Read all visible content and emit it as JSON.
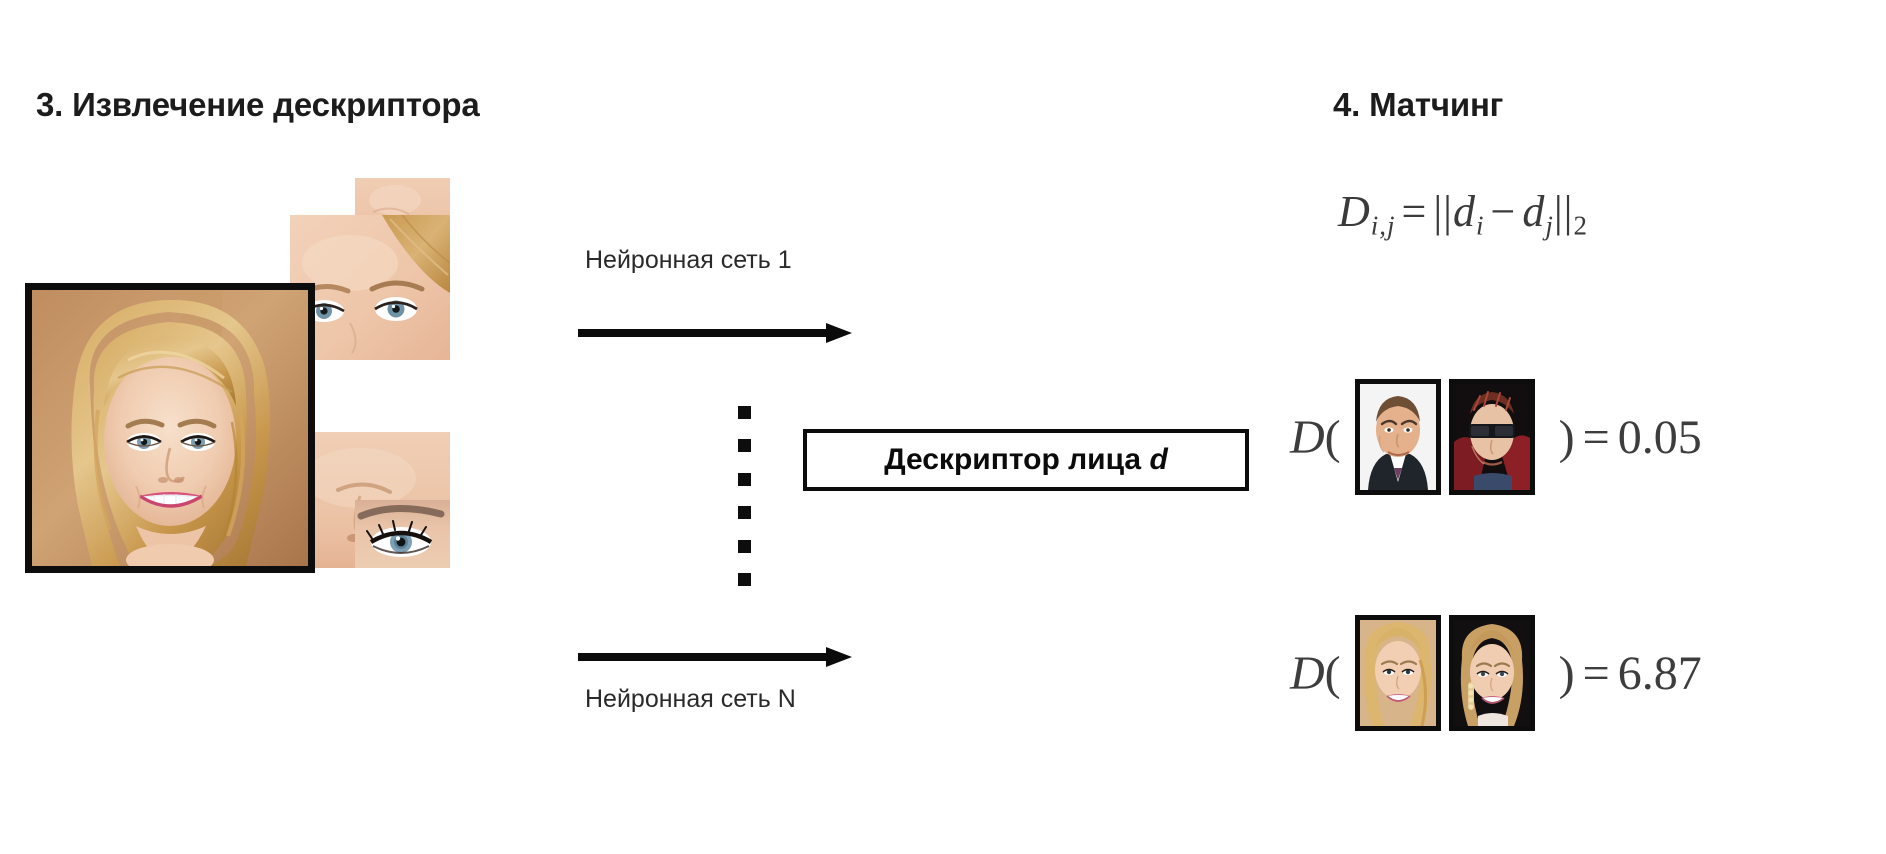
{
  "sections": {
    "extract": {
      "heading": "3. Извлечение дескриптора",
      "network_first_label": "Нейронная сеть 1",
      "network_last_label": "Нейронная сеть N",
      "descriptor_box": {
        "text": "Дескриптор лица ",
        "symbol": "d"
      },
      "ellipsis_dot_count": 6,
      "source_image_name": "face-photo-blake",
      "patches": [
        {
          "name": "patch-mouth",
          "description": "mouth-crop"
        },
        {
          "name": "patch-eyes",
          "description": "eyes-crop"
        },
        {
          "name": "patch-nose",
          "description": "nose-crop"
        },
        {
          "name": "patch-eye",
          "description": "single-eye-crop"
        }
      ]
    },
    "matching": {
      "heading": "4. Матчинг",
      "formula": {
        "lhs_symbol": "D",
        "lhs_subscript": "i,j",
        "equals": "=",
        "norm_open": "||",
        "term_1_symbol": "d",
        "term_1_subscript": "i",
        "minus": "−",
        "term_2_symbol": "d",
        "term_2_subscript": "j",
        "norm_close": "||",
        "norm_order": "2"
      },
      "rows": [
        {
          "prefix_symbol": "D",
          "prefix_paren": "(",
          "left_thumb_name": "thumb-arnold-portrait",
          "right_thumb_name": "thumb-terminator",
          "close_paren": ")",
          "equals": "=",
          "distance": "0.05"
        },
        {
          "prefix_symbol": "D",
          "prefix_paren": "(",
          "left_thumb_name": "thumb-blake-lively",
          "right_thumb_name": "thumb-scarlett-johansson",
          "close_paren": ")",
          "equals": "=",
          "distance": "6.87"
        }
      ]
    }
  },
  "colors": {
    "background": "#ffffff",
    "text": "#1c1c1c",
    "formula_text": "#3d3d3d",
    "border": "#0d0d0d"
  }
}
